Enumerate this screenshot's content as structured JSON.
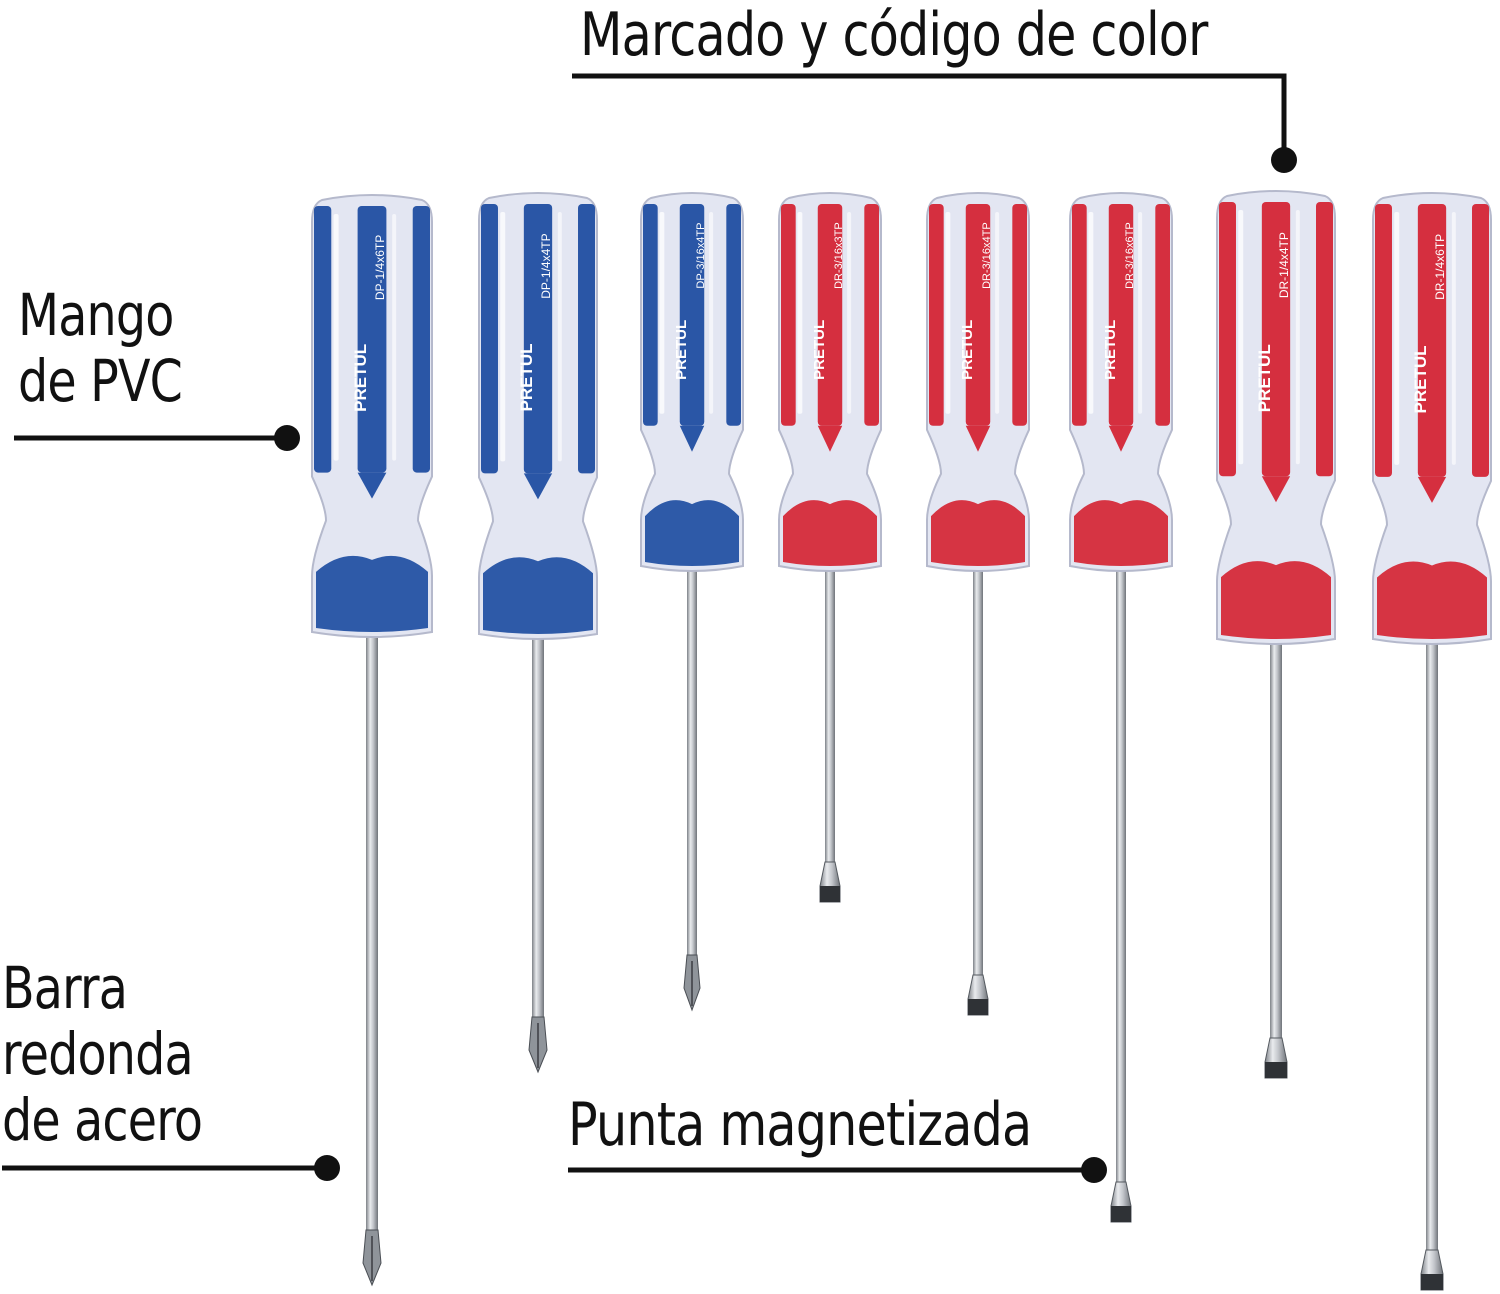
{
  "callouts": {
    "mango": "Mango\nde PVC",
    "barra": "Barra\nredonda\nde acero",
    "punta": "Punta magnetizada",
    "marcado": "Marcado y código de color"
  },
  "brand": "PRETUL",
  "colors": {
    "blue": "#1a4aa0",
    "red": "#d42030",
    "clear": "#e3e6f2",
    "steel": "#b0b4ba",
    "ink": "#111111"
  },
  "screwdrivers": [
    {
      "code": "DP-1/4x6TP",
      "color": "blue",
      "tip": "phillips"
    },
    {
      "code": "DP-1/4x4TP",
      "color": "blue",
      "tip": "phillips"
    },
    {
      "code": "DP-3/16x4TP",
      "color": "blue",
      "tip": "phillips"
    },
    {
      "code": "DR-3/16x3TP",
      "color": "red",
      "tip": "slotted"
    },
    {
      "code": "DR-3/16x4TP",
      "color": "red",
      "tip": "slotted"
    },
    {
      "code": "DR-3/16x6TP",
      "color": "red",
      "tip": "slotted"
    },
    {
      "code": "DR-1/4x4TP",
      "color": "red",
      "tip": "slotted"
    },
    {
      "code": "DR-1/4x6TP",
      "color": "red",
      "tip": "slotted"
    }
  ]
}
